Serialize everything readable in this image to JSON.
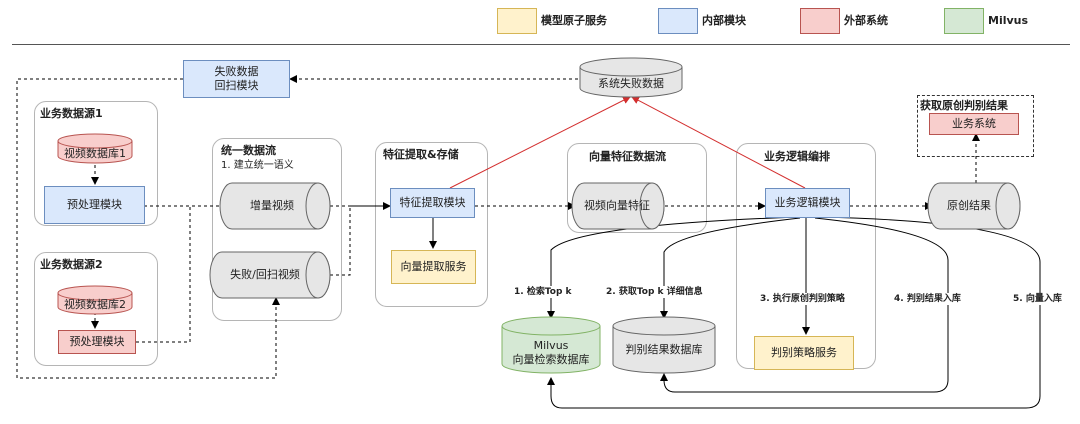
{
  "legend": [
    {
      "label": "模型原子服务",
      "color": "#fff2cc"
    },
    {
      "label": "内部模块",
      "color": "#dae8fc"
    },
    {
      "label": "外部系统",
      "color": "#f8cecc"
    },
    {
      "label": "Milvus",
      "color": "#d5e8d4"
    }
  ],
  "nodes": {
    "fail_rescan": {
      "line1": "失败数据",
      "line2": "回扫模块"
    },
    "sys_fail_data": "系统失败数据",
    "result_title": "获取原创判别结果",
    "biz_system": "业务系统",
    "src1_title": "业务数据源1",
    "video_db1": "视频数据库1",
    "preprocess1": "预处理模块",
    "src2_title": "业务数据源2",
    "video_db2": "视频数据库2",
    "preprocess2": "预处理模块",
    "stream_title": "统一数据流",
    "stream_sub": "1. 建立统一语义",
    "incr_video": "增量视频",
    "fail_video": "失败/回扫视频",
    "feat_title": "特征提取&存储",
    "feat_module": "特征提取模块",
    "vector_svc": "向量提取服务",
    "vec_stream_title": "向量特征数据流",
    "video_vec": "视频向量特征",
    "logic_title": "业务逻辑编排",
    "logic_module": "业务逻辑模块",
    "orig_result": "原创结果",
    "milvus_line1": "Milvus",
    "milvus_line2": "向量检索数据库",
    "judge_db": "判别结果数据库",
    "judge_svc": "判别策略服务"
  },
  "edge_labels": {
    "e1": "1. 检索Top k",
    "e2": "2. 获取Top k 详细信息",
    "e3": "3. 执行原创判别策略",
    "e4": "4. 判别结果入库",
    "e5": "5. 向量入库"
  }
}
